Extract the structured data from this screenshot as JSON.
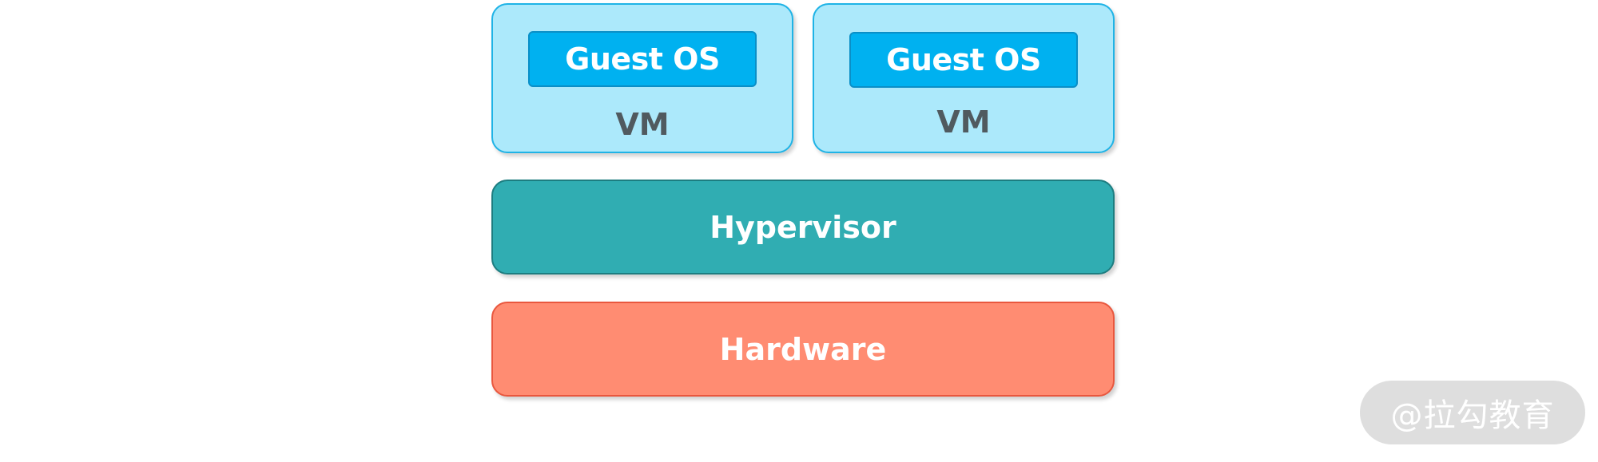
{
  "vms": [
    {
      "guest_os": "Guest OS",
      "label": "VM"
    },
    {
      "guest_os": "Guest OS",
      "label": "VM"
    }
  ],
  "hypervisor": {
    "label": "Hypervisor"
  },
  "hardware": {
    "label": "Hardware"
  },
  "watermark": {
    "text": "@拉勾教育"
  },
  "colors": {
    "vm_fill": "#ace9fb",
    "vm_border": "#1fb3e6",
    "guest_os_fill": "#00b1f0",
    "hypervisor_fill": "#30adb2",
    "hardware_fill": "#ff8c72"
  }
}
